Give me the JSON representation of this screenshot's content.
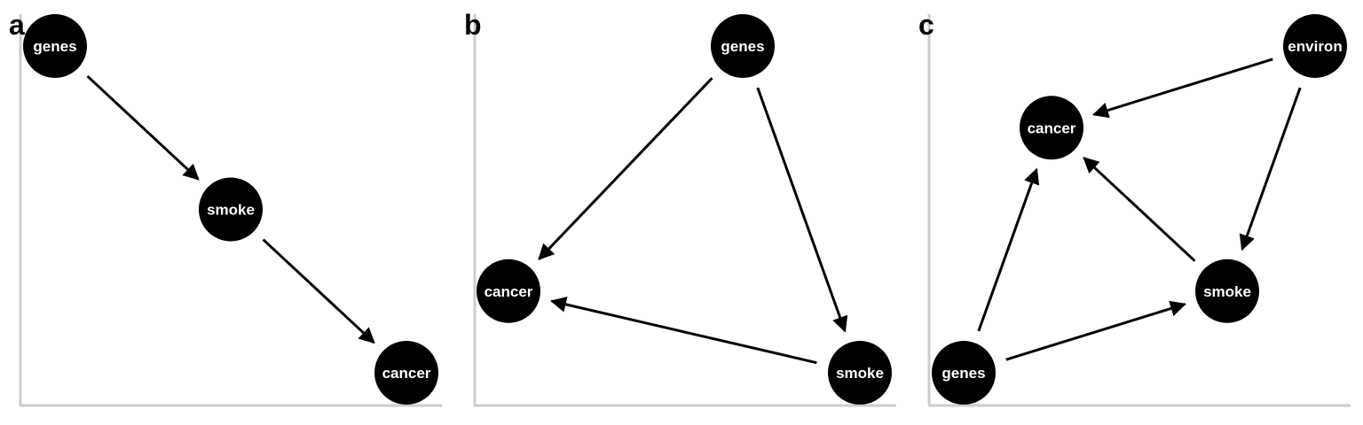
{
  "chart_data": [
    {
      "type": "dag",
      "panel": "a",
      "title": "a",
      "nodes": [
        {
          "id": "genes",
          "label": "genes",
          "x": 0.0,
          "y": 1.0
        },
        {
          "id": "smoke",
          "label": "smoke",
          "x": 1.0,
          "y": 0.5
        },
        {
          "id": "cancer",
          "label": "cancer",
          "x": 2.0,
          "y": 0.0
        }
      ],
      "edges": [
        {
          "from": "genes",
          "to": "smoke"
        },
        {
          "from": "smoke",
          "to": "cancer"
        }
      ],
      "xlim": [
        0.0,
        2.0
      ],
      "ylim": [
        0.0,
        1.0
      ]
    },
    {
      "type": "dag",
      "panel": "b",
      "title": "b",
      "nodes": [
        {
          "id": "genes",
          "label": "genes",
          "x": 1.0,
          "y": 1.0
        },
        {
          "id": "cancer",
          "label": "cancer",
          "x": 0.0,
          "y": 0.25
        },
        {
          "id": "smoke",
          "label": "smoke",
          "x": 1.5,
          "y": 0.0
        }
      ],
      "edges": [
        {
          "from": "genes",
          "to": "cancer"
        },
        {
          "from": "genes",
          "to": "smoke"
        },
        {
          "from": "smoke",
          "to": "cancer"
        }
      ],
      "xlim": [
        0.0,
        1.5
      ],
      "ylim": [
        0.0,
        1.0
      ]
    },
    {
      "type": "dag",
      "panel": "c",
      "title": "c",
      "nodes": [
        {
          "id": "environ",
          "label": "environ",
          "x": 2.0,
          "y": 2.0
        },
        {
          "id": "cancer",
          "label": "cancer",
          "x": 0.5,
          "y": 1.5
        },
        {
          "id": "smoke",
          "label": "smoke",
          "x": 1.5,
          "y": 0.5
        },
        {
          "id": "genes",
          "label": "genes",
          "x": 0.0,
          "y": 0.0
        }
      ],
      "edges": [
        {
          "from": "environ",
          "to": "cancer"
        },
        {
          "from": "environ",
          "to": "smoke"
        },
        {
          "from": "smoke",
          "to": "cancer"
        },
        {
          "from": "genes",
          "to": "cancer"
        },
        {
          "from": "genes",
          "to": "smoke"
        }
      ],
      "xlim": [
        0.0,
        2.0
      ],
      "ylim": [
        0.0,
        2.0
      ]
    }
  ]
}
